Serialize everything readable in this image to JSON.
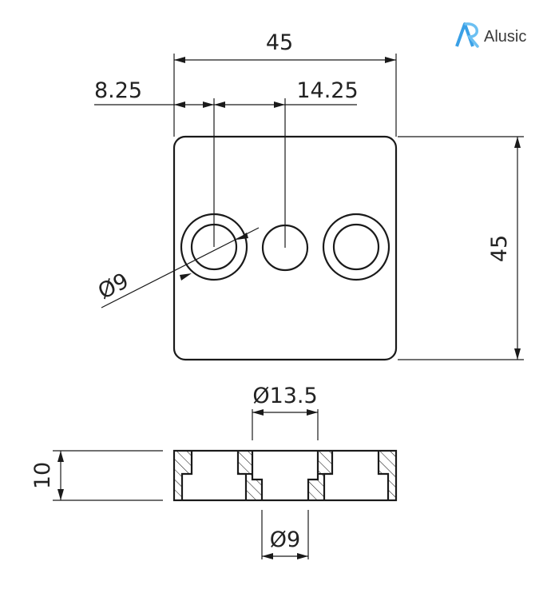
{
  "brand": {
    "name": "Alusic",
    "logo_icon": "alusic-logo-icon",
    "accent_color": "#3aa0e6"
  },
  "top_view": {
    "width_label": "45",
    "height_label": "45",
    "left_offset_label": "8.25",
    "hole_spacing_label": "14.25",
    "hole_diameter_label": "Ø9"
  },
  "section_view": {
    "counterbore_label": "Ø13.5",
    "thickness_label": "10",
    "bore_label": "Ø9"
  }
}
